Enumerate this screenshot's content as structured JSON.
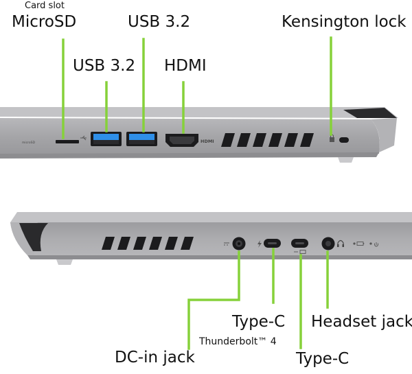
{
  "colors": {
    "leader": "#86d13a",
    "chassis": "#a9a9ac",
    "chassis_dark": "#8e8e91",
    "port_black": "#1b1b1d",
    "usb_blue": "#2f8fe8",
    "background": "#ffffff"
  },
  "top_side": {
    "labels": {
      "card_slot": "Card slot",
      "microsd": "MicroSD",
      "usb_left": "USB 3.2",
      "usb_right": "USB 3.2",
      "hdmi": "HDMI",
      "kensington": "Kensington lock"
    }
  },
  "bottom_side": {
    "labels": {
      "dc_in": "DC-in jack",
      "type_c_thunderbolt": "Type-C",
      "thunderbolt": "Thunderbolt™ 4",
      "type_c": "Type-C",
      "headset": "Headset jack"
    }
  },
  "icons": [
    "microsd-icon",
    "usb-icon",
    "hdmi-logo",
    "lock-icon",
    "dc-icon",
    "thunderbolt-icon",
    "usb-c-icon",
    "headset-icon",
    "battery-led-icon",
    "power-led-icon"
  ]
}
